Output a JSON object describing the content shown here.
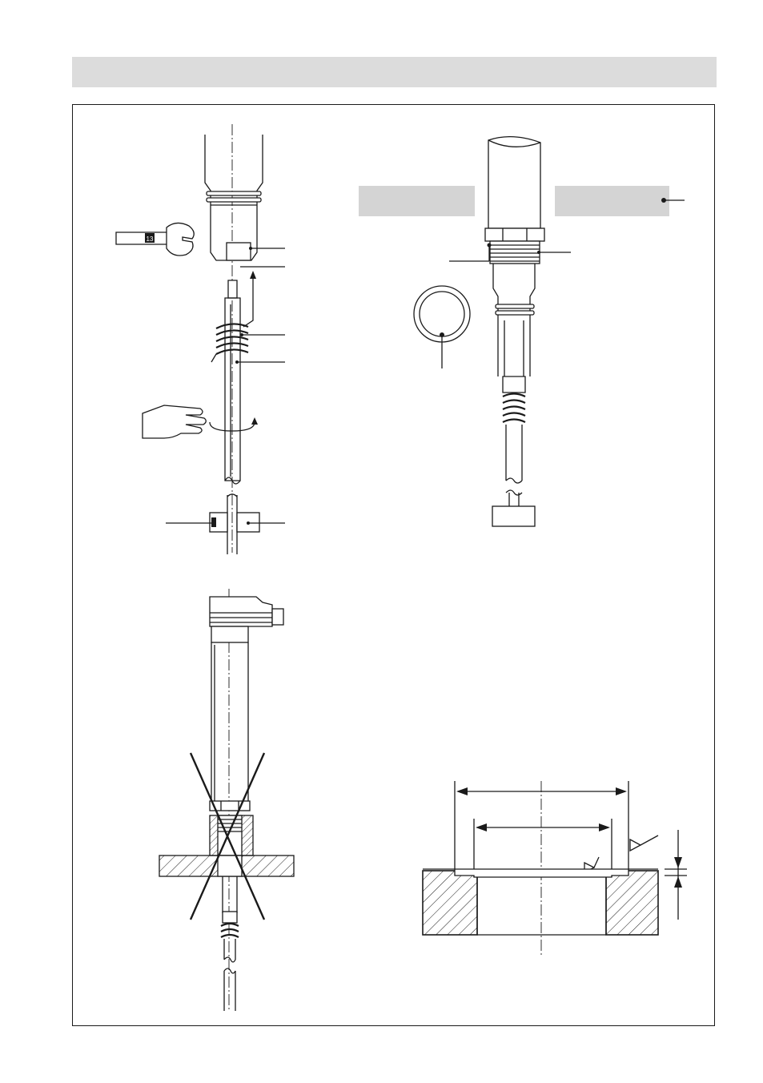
{
  "figure": {
    "wrench_size_label": "13",
    "panels": [
      "probe-assembly",
      "mounting-with-seal",
      "incorrect-mounting",
      "socket-dimensions"
    ]
  }
}
